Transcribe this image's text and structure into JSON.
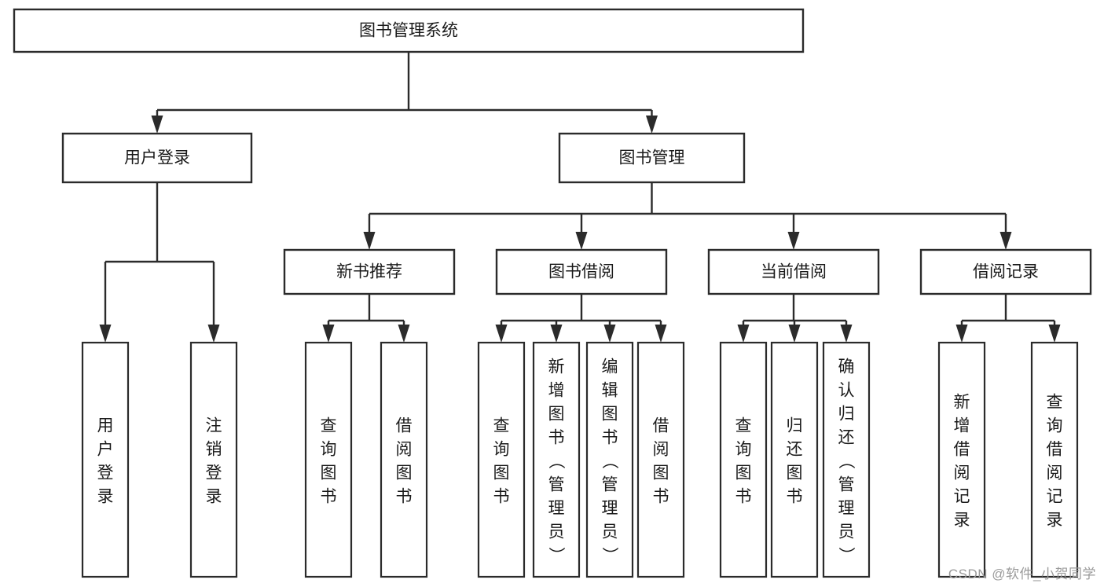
{
  "diagram": {
    "type": "tree-hierarchy",
    "title": "图书管理系统",
    "orientation": "top-down",
    "colors": {
      "stroke": "#2b2b2b",
      "fill": "#ffffff",
      "text": "#1a1a1a",
      "background": "#ffffff",
      "watermark": "#9a9a9a"
    },
    "root": {
      "label": "图书管理系统",
      "level": 0
    },
    "level1": [
      {
        "label": "用户登录"
      },
      {
        "label": "图书管理"
      }
    ],
    "level2": [
      {
        "label": "新书推荐"
      },
      {
        "label": "图书借阅"
      },
      {
        "label": "当前借阅"
      },
      {
        "label": "借阅记录"
      }
    ],
    "leaves": {
      "用户登录": [
        {
          "label": "用户登录"
        },
        {
          "label": "注销登录"
        }
      ],
      "新书推荐": [
        {
          "label": "查询图书"
        },
        {
          "label": "借阅图书"
        }
      ],
      "图书借阅": [
        {
          "label": "查询图书"
        },
        {
          "label": "新增图书（管理员）"
        },
        {
          "label": "编辑图书（管理员）"
        },
        {
          "label": "借阅图书"
        }
      ],
      "当前借阅": [
        {
          "label": "查询图书"
        },
        {
          "label": "归还图书"
        },
        {
          "label": "确认归还（管理员）"
        }
      ],
      "借阅记录": [
        {
          "label": "新增借阅记录"
        },
        {
          "label": "查询借阅记录"
        }
      ]
    }
  },
  "watermark": {
    "text": "CSDN @软件_小贺同学"
  }
}
